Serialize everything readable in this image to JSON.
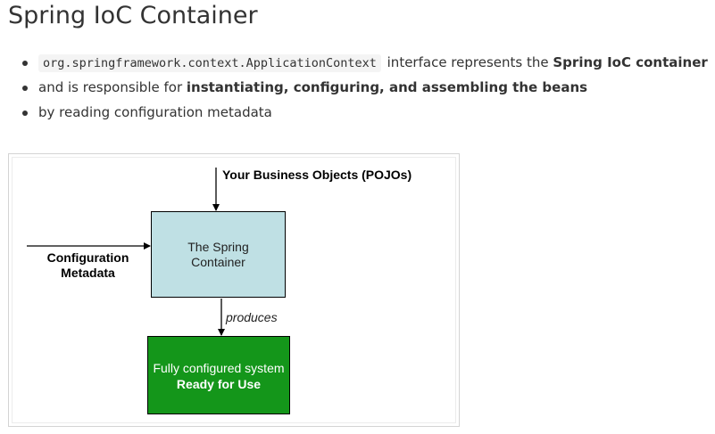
{
  "page": {
    "title": "Spring IoC Container"
  },
  "bullets": {
    "item1": {
      "code": "org.springframework.context.ApplicationContext",
      "text": " interface represents the ",
      "bold": "Spring IoC container"
    },
    "item2": {
      "text": "and is responsible for ",
      "bold": "instantiating, configuring, and assembling the beans"
    },
    "item3": {
      "text": "by reading configuration metadata"
    }
  },
  "diagram": {
    "business_objects_label": "Your Business Objects (POJOs)",
    "config_metadata_label_line1": "Configuration",
    "config_metadata_label_line2": "Metadata",
    "container_line1": "The Spring",
    "container_line2": "Container",
    "produces_label": "produces",
    "system_line1": "Fully configured system",
    "system_line2": "Ready for Use",
    "colors": {
      "container_fill": "#bfe0e4",
      "system_fill": "#14961a",
      "system_text": "#ffffff"
    }
  }
}
